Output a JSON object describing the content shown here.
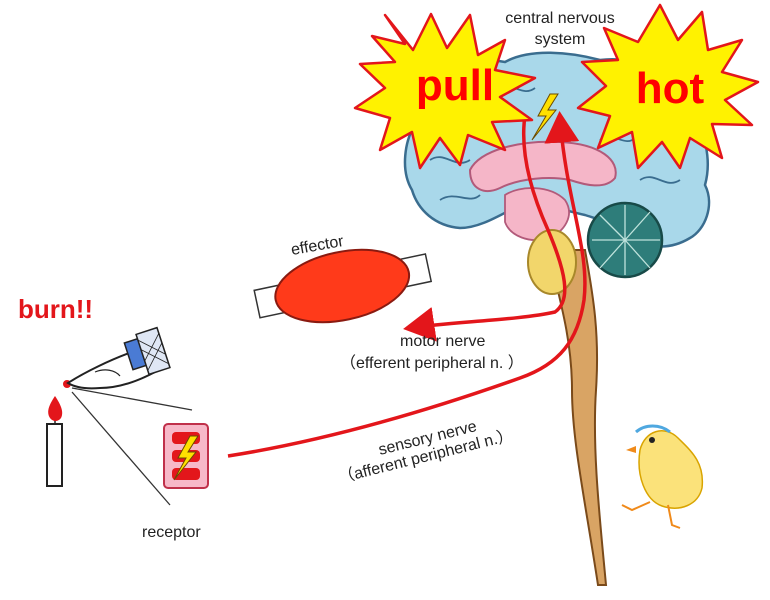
{
  "labels": {
    "cns_line1": "central nervous",
    "cns_line2": "system",
    "pull": "pull",
    "hot": "hot",
    "effector": "effector",
    "burn": "burn!!",
    "motor_line1": "motor nerve",
    "motor_line2": "（efferent peripheral n. ）",
    "sensory_line1": "sensory nerve",
    "sensory_line2": "（afferent peripheral n.）",
    "receptor": "receptor"
  },
  "colors": {
    "nerve_red": "#e3161b",
    "burst_yellow": "#fff200",
    "burst_text": "#ff0000",
    "brain_blue": "#a9d8ea",
    "brain_pink": "#f5b6c8",
    "cerebellum_teal": "#2e7d7a",
    "brainstem_tan": "#d9a464",
    "pons_yellow": "#f2d66b",
    "effector_red": "#ff3a1a",
    "burn_text": "#e3161b"
  },
  "icons": [
    "lightning-bolt-icon",
    "candle-flame-icon",
    "pointing-hand-icon",
    "chick-icon"
  ]
}
